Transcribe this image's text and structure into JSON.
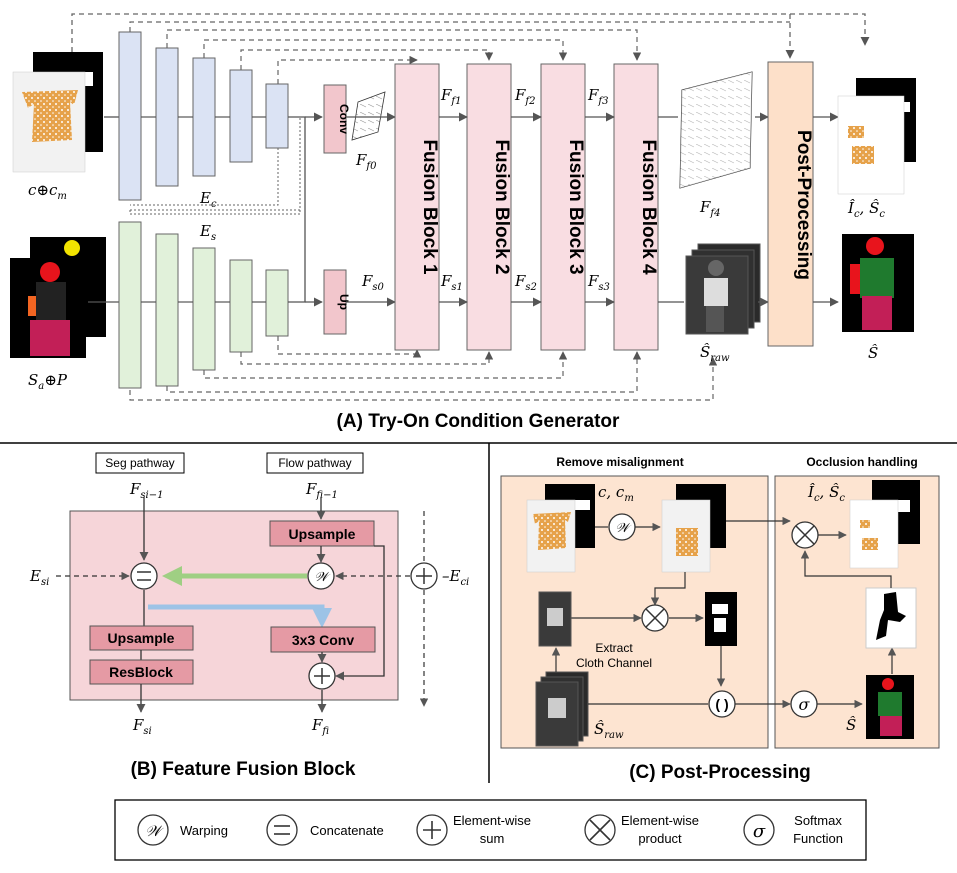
{
  "section_a": {
    "title": "(A) Try-On Condition Generator",
    "enc_c_label": "E",
    "enc_c_sub": "c",
    "enc_s_label": "E",
    "enc_s_sub": "s",
    "input_top_label": "c⊕c",
    "input_top_sub": "m",
    "input_bottom_label": "S",
    "input_bottom_mid": "a",
    "input_bottom_tail": "⊕P",
    "conv_label": "Conv",
    "up_label": "Up",
    "fusion_blocks": [
      "Fusion Block 1",
      "Fusion Block 2",
      "Fusion Block 3",
      "Fusion Block 4"
    ],
    "flow_labels": [
      "f0",
      "f1",
      "f2",
      "f3",
      "f4"
    ],
    "seg_labels": [
      "s0",
      "s1",
      "s2",
      "s3"
    ],
    "flow_letter": "F",
    "post_processing_label": "Post-Processing",
    "output_top_label": "Î",
    "output_top_sub": "c",
    "output_top_tail": ", Ŝ",
    "output_top_tail_sub": "c",
    "output_bottom_label": "Ŝ",
    "raw_label": "Ŝ",
    "raw_sub": "raw"
  },
  "section_b": {
    "title": "(B) Feature Fusion Block",
    "seg_pathway": "Seg pathway",
    "flow_pathway": "Flow pathway",
    "upsample_top": "Upsample",
    "conv3x3": "3x3 Conv",
    "upsample_left": "Upsample",
    "resblock": "ResBlock",
    "e_s": "E",
    "e_s_sub": "si",
    "e_c": "E",
    "e_c_sub": "ci",
    "f_s_in": "si−1",
    "f_f_in": "fi−1",
    "f_s_out": "si",
    "f_f_out": "fi"
  },
  "section_c": {
    "title": "(C) Post-Processing",
    "remove_misalignment": "Remove misalignment",
    "occlusion_handling": "Occlusion handling",
    "c_cm": "c, c",
    "c_cm_sub": "m",
    "extract_line1": "Extract",
    "extract_line2": "Cloth Channel",
    "ic_sc": "Î",
    "ic_sub": "c",
    "sc_tail": ", Ŝ",
    "sc_sub": "c",
    "s_hat": "Ŝ",
    "s_raw": "Ŝ",
    "s_raw_sub": "raw"
  },
  "legend": {
    "warping": "Warping",
    "concatenate": "Concatenate",
    "elementwise_sum_1": "Element-wise",
    "elementwise_sum_2": "sum",
    "elementwise_product_1": "Element-wise",
    "elementwise_product_2": "product",
    "softmax_1": "Softmax",
    "softmax_2": "Function"
  },
  "colors": {
    "encoder_c": "#dbe3f4",
    "encoder_s": "#e1f1da",
    "fusion": "#f9dde2",
    "post": "#fde0c9",
    "panel_b": "#f6d5d9",
    "panel_c": "#fde4d1",
    "conv_box": "#e59aa4",
    "green_arrow": "#9fcf83",
    "blue_arrow": "#9dc3e6"
  }
}
